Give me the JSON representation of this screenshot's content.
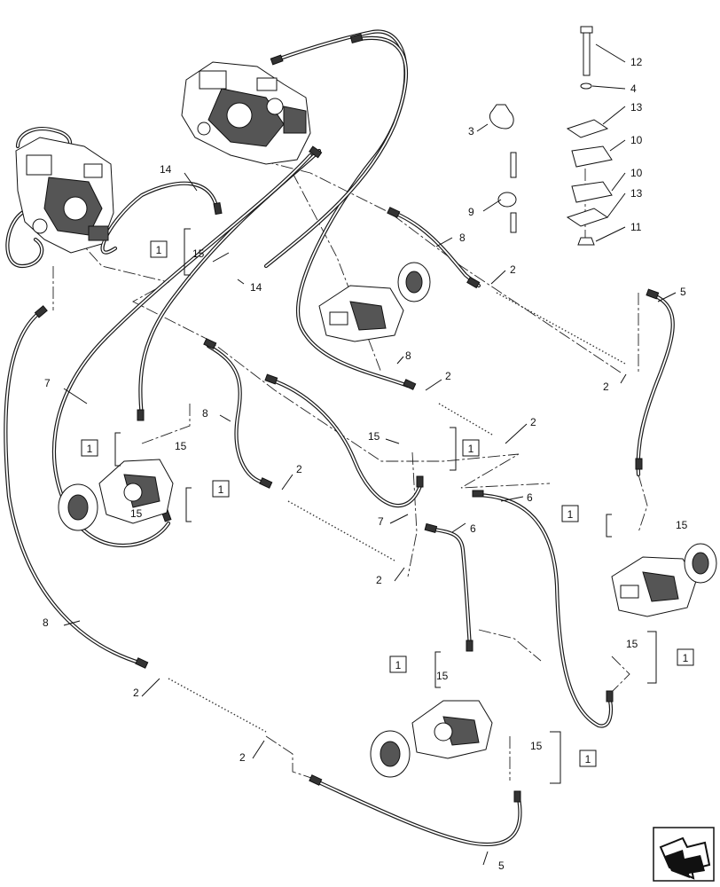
{
  "callouts": {
    "c12": "12",
    "c4": "4",
    "c13a": "13",
    "c10a": "10",
    "c10b": "10",
    "c13b": "13",
    "c11": "11",
    "c3": "3",
    "c9": "9",
    "c14a": "14",
    "c14b": "14",
    "c15a": "15",
    "c8a": "8",
    "c2a": "2",
    "c5a": "5",
    "c2b": "2",
    "c8b": "8",
    "c2c": "2",
    "c2d": "2",
    "c7a": "7",
    "c8c": "8",
    "c15b": "15",
    "c15c": "15",
    "c2e": "2",
    "c15d": "15",
    "c7b": "7",
    "c6a": "6",
    "c6b": "6",
    "c15e": "15",
    "c2f": "2",
    "c8d": "8",
    "c15f": "15",
    "c2g": "2",
    "c2h": "2",
    "c15g": "15",
    "c15h": "15",
    "c5b": "5"
  },
  "ref_boxes": [
    "1",
    "1",
    "1",
    "1",
    "1",
    "1",
    "1",
    "1",
    "1"
  ],
  "icons": {
    "nav": "next-page-arrow-icon"
  }
}
